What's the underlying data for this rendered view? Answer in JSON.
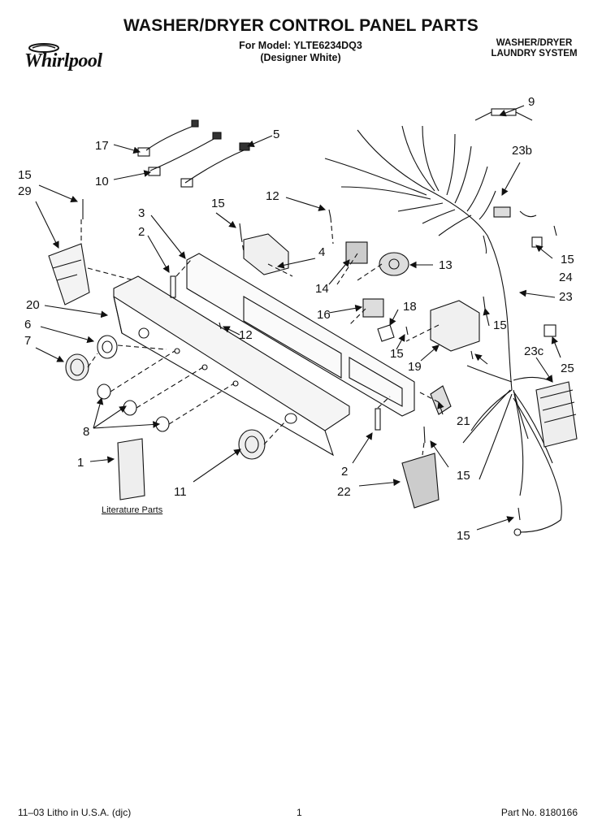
{
  "header": {
    "title": "WASHER/DRYER CONTROL PANEL PARTS",
    "model_line": "For Model: YLTE6234DQ3",
    "model_sub": "(Designer White)",
    "system_line1": "WASHER/DRYER",
    "system_line2": "LAUNDRY SYSTEM",
    "brand": "Whirlpool"
  },
  "callouts": {
    "c9": "9",
    "c17": "17",
    "c5": "5",
    "c10": "10",
    "c15a": "15",
    "c29": "29",
    "c23b": "23b",
    "c15b": "15",
    "c12a": "12",
    "c3": "3",
    "c2a": "2",
    "c4": "4",
    "c13": "13",
    "c14": "14",
    "c15c": "15",
    "c24": "24",
    "c23": "23",
    "c20": "20",
    "c6": "6",
    "c16": "16",
    "c18": "18",
    "c12b": "12",
    "c15d": "15",
    "c7": "7",
    "c15e": "15",
    "c23c": "23c",
    "c19": "19",
    "c25": "25",
    "c8": "8",
    "c21": "21",
    "c1": "1",
    "c2b": "2",
    "c15f": "15",
    "c22": "22",
    "c11": "11",
    "c15g": "15"
  },
  "literature_parts": "Literature Parts",
  "footer": {
    "litho": "11–03 Litho in U.S.A. (djc)",
    "page": "1",
    "part_no": "Part No. 8180166"
  }
}
